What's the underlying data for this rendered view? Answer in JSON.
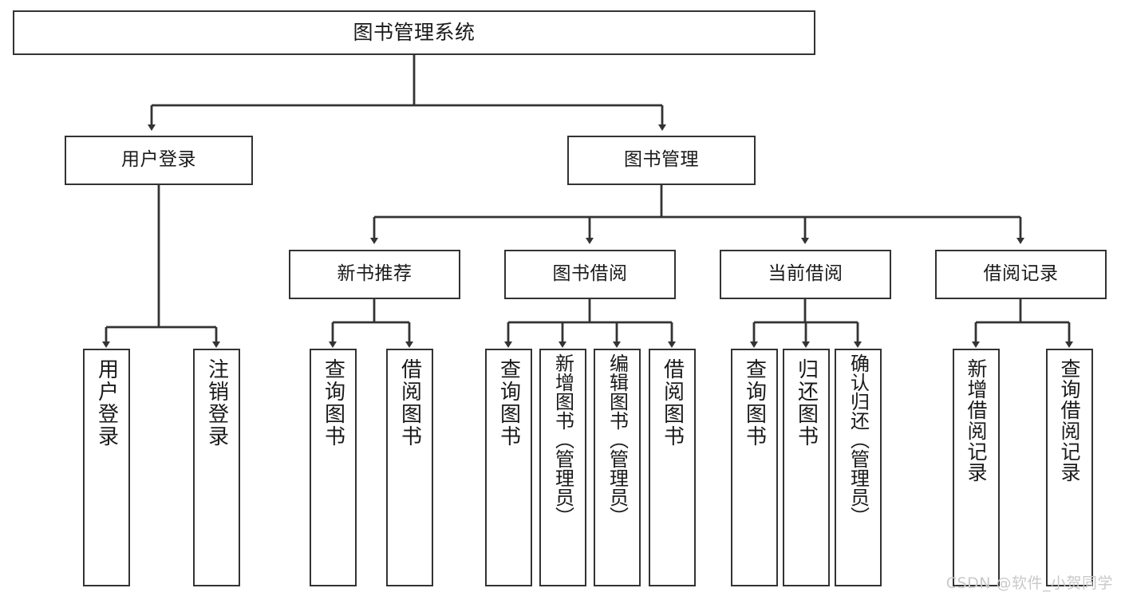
{
  "diagram": {
    "title": "图书管理系统",
    "type": "function-structure-tree",
    "watermark": "CSDN @软件_小贺同学",
    "colors": {
      "box_border": "#333333",
      "box_fill": "#ffffff",
      "connector": "#333333",
      "text": "#1a1a1a",
      "watermark": "#c9c9c9"
    }
  },
  "root": {
    "label": "图书管理系统"
  },
  "level2": [
    {
      "label": "用户登录"
    },
    {
      "label": "图书管理"
    }
  ],
  "level3": [
    {
      "label": "新书推荐"
    },
    {
      "label": "图书借阅"
    },
    {
      "label": "当前借阅"
    },
    {
      "label": "借阅记录"
    }
  ],
  "leaves": {
    "user_login": [
      {
        "label": "用户登录"
      },
      {
        "label": "注销登录"
      }
    ],
    "new_book_recommend": [
      {
        "label": "查询图书"
      },
      {
        "label": "借阅图书"
      }
    ],
    "book_borrow": [
      {
        "label": "查询图书"
      },
      {
        "label": "新增图书（管理员）"
      },
      {
        "label": "编辑图书（管理员）"
      },
      {
        "label": "借阅图书"
      }
    ],
    "current_borrow": [
      {
        "label": "查询图书"
      },
      {
        "label": "归还图书"
      },
      {
        "label": "确认归还（管理员）"
      }
    ],
    "borrow_record": [
      {
        "label": "新增借阅记录"
      },
      {
        "label": "查询借阅记录"
      }
    ]
  }
}
